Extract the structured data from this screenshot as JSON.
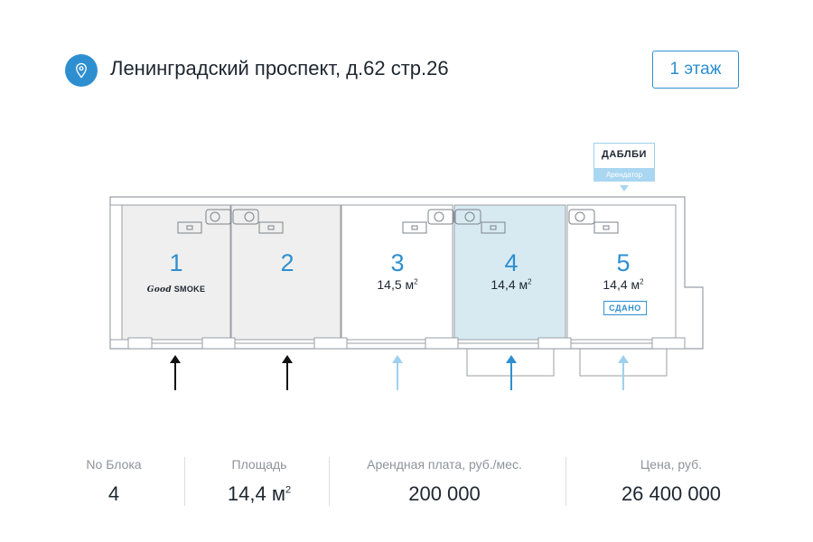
{
  "header": {
    "address": "Ленинградский проспект, д.62 стр.26",
    "floor_button": "1 этаж",
    "icon": "location-pin-icon",
    "accent_color": "#2e8fd0"
  },
  "tenant_tag": {
    "name": "ДАБЛБИ",
    "role": "Арендатор"
  },
  "units": [
    {
      "number": "1",
      "area": "",
      "tenant_logo": "Good SMOKE",
      "status": ""
    },
    {
      "number": "2",
      "area": "",
      "tenant_logo": "",
      "status": ""
    },
    {
      "number": "3",
      "area": "14,5 м",
      "tenant_logo": "",
      "status": ""
    },
    {
      "number": "4",
      "area": "14,4 м",
      "tenant_logo": "",
      "status": "selected"
    },
    {
      "number": "5",
      "area": "14,4 м",
      "tenant_logo": "",
      "status": "СДАНО"
    }
  ],
  "area_unit_exponent": "2",
  "tenant_logo_script": "Good",
  "tenant_logo_word": "SMOKE",
  "info": {
    "block_label": "No Блока",
    "block_value": "4",
    "area_label": "Площадь",
    "area_value": "14,4 м",
    "rent_label": "Арендная плата, руб./мес.",
    "rent_value": "200 000",
    "price_label": "Цена, руб.",
    "price_value": "26 400 000"
  },
  "colors": {
    "occupied_fill": "#efefef",
    "selected_fill": "#d7eaf2",
    "arrow_occupied": "#111111",
    "arrow_available": "#9fd0ee",
    "arrow_selected": "#2e8fd0"
  }
}
